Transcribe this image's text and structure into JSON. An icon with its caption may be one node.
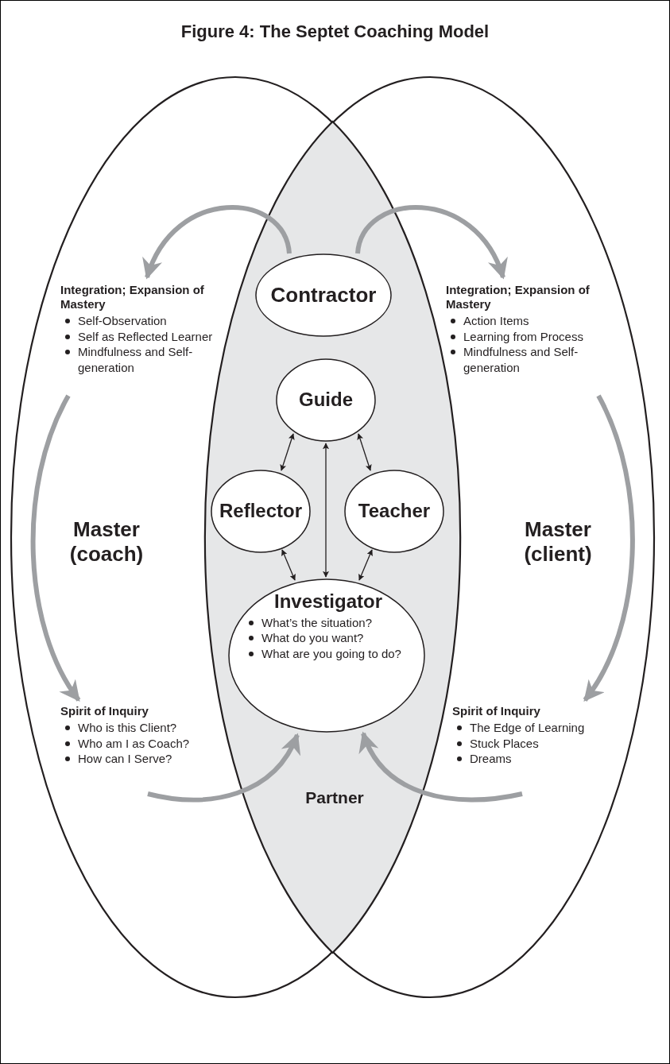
{
  "diagram": {
    "title": "Figure 4: The Septet Coaching Model",
    "nodes": [
      {
        "text": [
          "Master (coach)"
        ]
      },
      {
        "text": [
          "Master (client)"
        ]
      },
      {
        "text": [
          "Partner"
        ]
      },
      {
        "text": [
          "Contractor"
        ],
        "in": 2
      },
      {
        "text": [
          "Integration; Expansion of Mastery",
          "Self-Observation",
          "Self as Reflected Learner",
          "Mindfulness and Self-generation"
        ],
        "in": 0
      },
      {
        "text": [
          "Integration; Expansion of Mastery",
          "Action Items",
          "Learning from Process",
          "Mindfulness and Self-generation"
        ],
        "in": 1
      },
      {
        "text": [
          "Guide"
        ],
        "in": 2
      },
      {
        "text": [
          "Reflector"
        ],
        "in": 2
      },
      {
        "text": [
          "Teacher"
        ],
        "in": 2
      },
      {
        "text": [
          "Investigator",
          "What’s the situation?",
          "What do you want?",
          "What are you going to do?"
        ],
        "in": 2
      },
      {
        "text": [
          "Spirit of Inquiry",
          "Who is this Client?",
          "Who am I as Coach?",
          "How can I Serve?"
        ],
        "in": 0
      },
      {
        "text": [
          "Spirit of Inquiry",
          "The Edge of Learning",
          "Stuck Places",
          "Dreams"
        ],
        "in": 1
      }
    ],
    "edges": [
      {
        "from": 3,
        "to": 4,
        "arrow": "to"
      },
      {
        "from": 3,
        "to": 5,
        "arrow": "to"
      },
      {
        "from": 4,
        "to": 10,
        "arrow": "to"
      },
      {
        "from": 5,
        "to": 11,
        "arrow": "to"
      },
      {
        "from": 10,
        "to": 9,
        "arrow": "to"
      },
      {
        "from": 11,
        "to": 9,
        "arrow": "to"
      },
      {
        "from": 6,
        "to": 7,
        "arrow": "both",
        "color": "#231f20"
      },
      {
        "from": 6,
        "to": 8,
        "arrow": "both",
        "color": "#231f20"
      },
      {
        "from": 6,
        "to": 9,
        "arrow": "both",
        "color": "#231f20"
      },
      {
        "from": 7,
        "to": 9,
        "arrow": "both",
        "color": "#231f20"
      },
      {
        "from": 8,
        "to": 9,
        "arrow": "both",
        "color": "#231f20"
      }
    ]
  }
}
